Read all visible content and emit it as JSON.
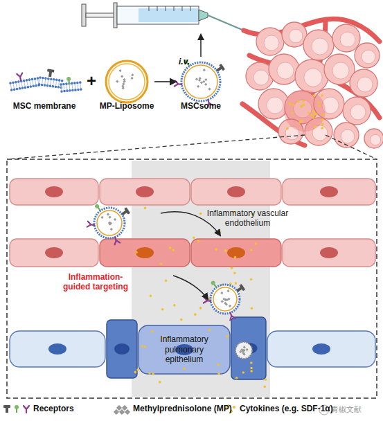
{
  "diagram": {
    "nodes": [
      {
        "text": [
          "MSC membrane"
        ]
      },
      {
        "text": [
          "MP-Liposome"
        ]
      },
      {
        "text": [
          "MSCsome"
        ]
      },
      {
        "text": [
          "Inflammatory vascular endothelium"
        ]
      },
      {
        "text": [
          "Inflammatory pulmonary epithelium"
        ]
      }
    ],
    "edges": [
      {
        "from": 1,
        "to": 2,
        "arrow": "to"
      }
    ],
    "labels": [
      "i.v.",
      "+",
      "Inflammation-guided targeting",
      "青椒文献"
    ],
    "legend": [
      {
        "text": "Receptors"
      },
      {
        "text": "Methylprednisolone (MP)"
      },
      {
        "text": "Cytokines (e.g. SDF-1α)"
      }
    ]
  }
}
